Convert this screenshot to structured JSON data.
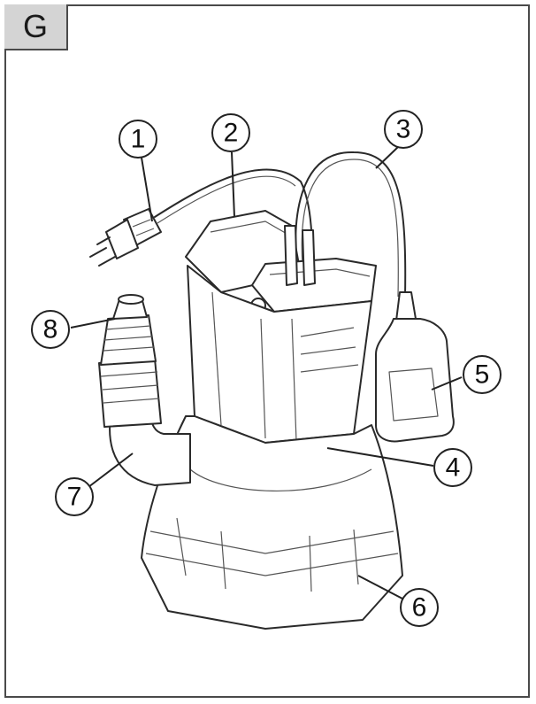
{
  "figure_tag": "G",
  "callouts": [
    {
      "label": "1"
    },
    {
      "label": "2"
    },
    {
      "label": "3"
    },
    {
      "label": "4"
    },
    {
      "label": "5"
    },
    {
      "label": "6"
    },
    {
      "label": "7"
    },
    {
      "label": "8"
    }
  ]
}
